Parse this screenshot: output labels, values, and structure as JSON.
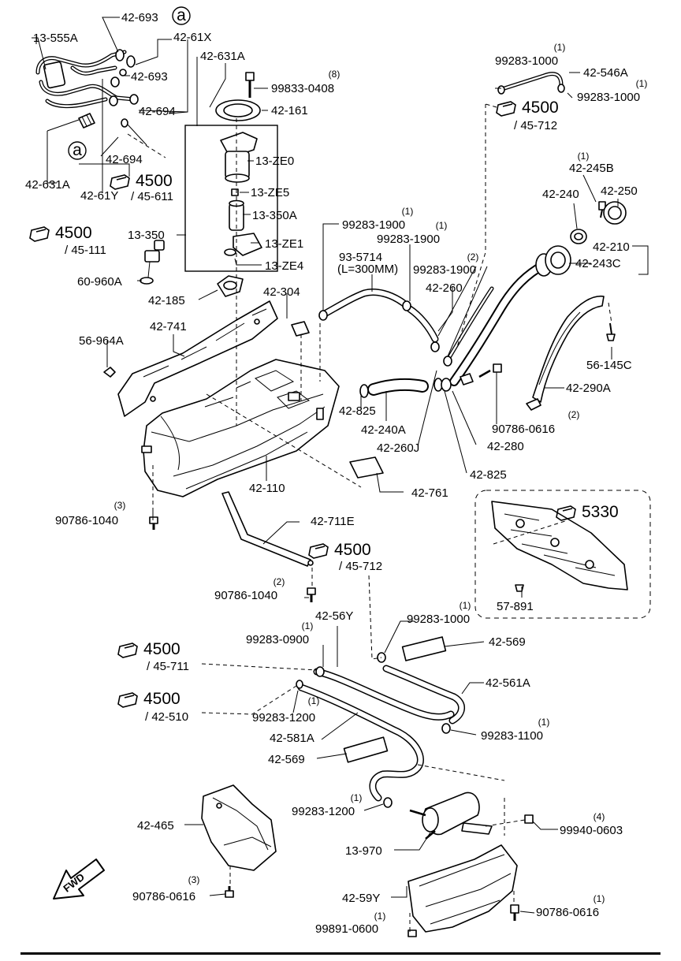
{
  "callouts": [
    {
      "id": "c01",
      "text": "42-693"
    },
    {
      "id": "c02",
      "text": "13-555A"
    },
    {
      "id": "c03",
      "text": "42-61X"
    },
    {
      "id": "c04",
      "text": "42-631A"
    },
    {
      "id": "c05",
      "text": "42-693"
    },
    {
      "id": "c06",
      "text": "99833-0408"
    },
    {
      "id": "c07",
      "text": "42-694"
    },
    {
      "id": "c08",
      "text": "42-161"
    },
    {
      "id": "c09",
      "text": "13-ZE0"
    },
    {
      "id": "c10",
      "text": "42-694"
    },
    {
      "id": "c11",
      "text": "42-631A"
    },
    {
      "id": "c12",
      "text": "42-61Y"
    },
    {
      "id": "c13",
      "text": "13-ZE5"
    },
    {
      "id": "c14",
      "text": "13-350A"
    },
    {
      "id": "c15",
      "text": "13-350"
    },
    {
      "id": "c16",
      "text": "13-ZE1"
    },
    {
      "id": "c17",
      "text": "13-ZE4"
    },
    {
      "id": "c18",
      "text": "60-960A"
    },
    {
      "id": "c19",
      "text": "42-185"
    },
    {
      "id": "c20",
      "text": "42-304"
    },
    {
      "id": "c21",
      "text": "42-741"
    },
    {
      "id": "c22",
      "text": "56-964A"
    },
    {
      "id": "c23",
      "text": "99283-1900"
    },
    {
      "id": "c24",
      "text": "99283-1900"
    },
    {
      "id": "c25",
      "text": "93-5714"
    },
    {
      "id": "c26",
      "text": "(L=300MM)"
    },
    {
      "id": "c27",
      "text": "99283-1900"
    },
    {
      "id": "c28",
      "text": "42-260"
    },
    {
      "id": "c29",
      "text": "99283-1000"
    },
    {
      "id": "c30",
      "text": "42-546A"
    },
    {
      "id": "c31",
      "text": "99283-1000"
    },
    {
      "id": "c32",
      "text": "42-245B"
    },
    {
      "id": "c33",
      "text": "42-240"
    },
    {
      "id": "c34",
      "text": "42-250"
    },
    {
      "id": "c35",
      "text": "42-210"
    },
    {
      "id": "c36",
      "text": "42-243C"
    },
    {
      "id": "c37",
      "text": "56-145C"
    },
    {
      "id": "c38",
      "text": "42-290A"
    },
    {
      "id": "c39",
      "text": "90786-0616"
    },
    {
      "id": "c40",
      "text": "42-825"
    },
    {
      "id": "c41",
      "text": "42-240A"
    },
    {
      "id": "c42",
      "text": "42-260J"
    },
    {
      "id": "c43",
      "text": "42-280"
    },
    {
      "id": "c44",
      "text": "42-825"
    },
    {
      "id": "c45",
      "text": "42-110"
    },
    {
      "id": "c46",
      "text": "42-761"
    },
    {
      "id": "c47",
      "text": "90786-1040"
    },
    {
      "id": "c48",
      "text": "42-711E"
    },
    {
      "id": "c49",
      "text": "90786-1040"
    },
    {
      "id": "c50",
      "text": "57-891"
    },
    {
      "id": "c51",
      "text": "42-56Y"
    },
    {
      "id": "c52",
      "text": "99283-0900"
    },
    {
      "id": "c53",
      "text": "99283-1000"
    },
    {
      "id": "c54",
      "text": "42-569"
    },
    {
      "id": "c55",
      "text": "42-561A"
    },
    {
      "id": "c56",
      "text": "99283-1200"
    },
    {
      "id": "c57",
      "text": "42-581A"
    },
    {
      "id": "c58",
      "text": "99283-1100"
    },
    {
      "id": "c59",
      "text": "42-569"
    },
    {
      "id": "c60",
      "text": "99283-1200"
    },
    {
      "id": "c61",
      "text": "42-465"
    },
    {
      "id": "c62",
      "text": "99940-0603"
    },
    {
      "id": "c63",
      "text": "13-970"
    },
    {
      "id": "c64",
      "text": "90786-0616"
    },
    {
      "id": "c65",
      "text": "42-59Y"
    },
    {
      "id": "c66",
      "text": "90786-0616"
    },
    {
      "id": "c67",
      "text": "99891-0600"
    }
  ],
  "quantities": [
    {
      "id": "q01",
      "text": "(8)"
    },
    {
      "id": "q02",
      "text": "(1)"
    },
    {
      "id": "q03",
      "text": "(1)"
    },
    {
      "id": "q04",
      "text": "(1)"
    },
    {
      "id": "q05",
      "text": "(1)"
    },
    {
      "id": "q06",
      "text": "(2)"
    },
    {
      "id": "q07",
      "text": "(1)"
    },
    {
      "id": "q08",
      "text": "(2)"
    },
    {
      "id": "q09",
      "text": "(3)"
    },
    {
      "id": "q10",
      "text": "(2)"
    },
    {
      "id": "q11",
      "text": "(1)"
    },
    {
      "id": "q12",
      "text": "(1)"
    },
    {
      "id": "q13",
      "text": "(1)"
    },
    {
      "id": "q14",
      "text": "(1)"
    },
    {
      "id": "q15",
      "text": "(1)"
    },
    {
      "id": "q16",
      "text": "(4)"
    },
    {
      "id": "q17",
      "text": "(3)"
    },
    {
      "id": "q18",
      "text": "(1)"
    },
    {
      "id": "q19",
      "text": "(1)"
    }
  ],
  "references": [
    {
      "id": "r01",
      "group": "4500",
      "page": "/ 45-611"
    },
    {
      "id": "r02",
      "group": "4500",
      "page": "/ 45-111"
    },
    {
      "id": "r03",
      "group": "4500",
      "page": "/ 45-712"
    },
    {
      "id": "r04",
      "group": "5330",
      "page": ""
    },
    {
      "id": "r05",
      "group": "4500",
      "page": "/ 45-712"
    },
    {
      "id": "r06",
      "group": "4500",
      "page": "/ 45-711"
    },
    {
      "id": "r07",
      "group": "4500",
      "page": "/ 42-510"
    }
  ],
  "circle_markers": [
    {
      "id": "m01",
      "text": "a"
    },
    {
      "id": "m02",
      "text": "a"
    }
  ],
  "direction_label": "FWD"
}
